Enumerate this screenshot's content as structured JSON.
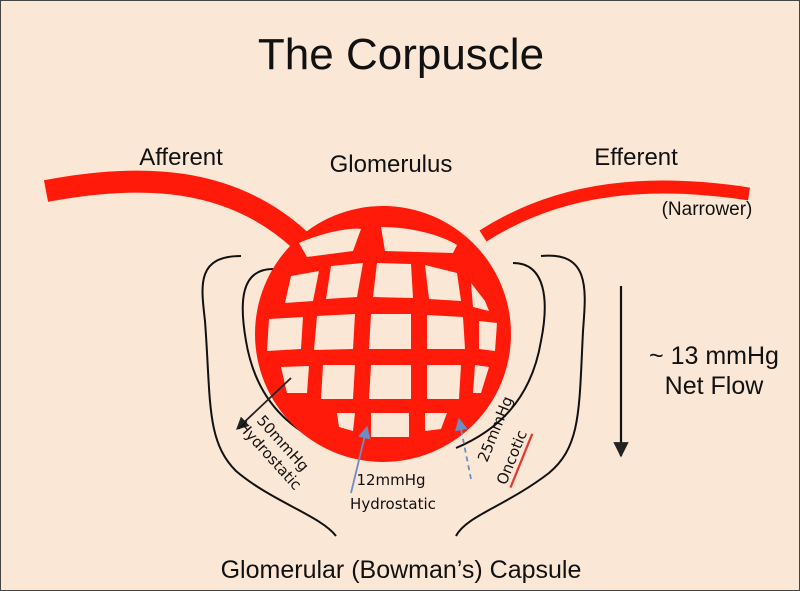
{
  "title": "The Corpuscle",
  "labels": {
    "afferent": "Afferent",
    "glomerulus": "Glomerulus",
    "efferent": "Efferent",
    "narrower": "(Narrower)",
    "net_value": "~ 13 mmHg",
    "net_flow": "Net Flow",
    "capsule": "Glomerular (Bowman’s) Capsule"
  },
  "pressures": {
    "glom_hydro_value": "50mmHg",
    "glom_hydro_label": "Hydrostatic",
    "capsule_hydro_value": "12mmHg",
    "capsule_hydro_label": "Hydrostatic",
    "oncotic_value": "25mmHg",
    "oncotic_label": "Oncotic"
  },
  "colors": {
    "background": "#fbe7d6",
    "vessel": "#ff1a0a",
    "outline": "#111111",
    "dark_arrow": "#222222",
    "blue_arrow": "#6b8fc4",
    "underline": "#e23a2e"
  }
}
